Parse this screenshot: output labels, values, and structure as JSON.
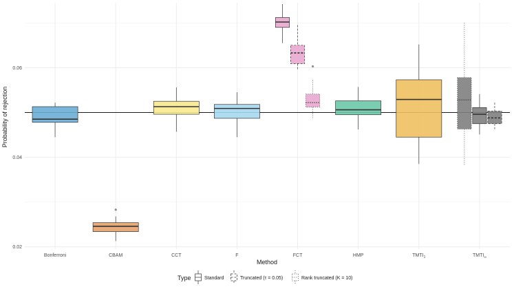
{
  "chart_data": {
    "type": "boxplot",
    "xlabel": "Method",
    "ylabel": "Probability of rejection",
    "ylim": [
      0.0195,
      0.0745
    ],
    "yticks": [
      0.02,
      0.04,
      0.06
    ],
    "ytick_labels": [
      "0.02",
      "0.04",
      "0.06"
    ],
    "reference_line": 0.05,
    "grid": true,
    "categories": [
      "Bonferroni",
      "CBAM",
      "CCT",
      "F",
      "FCT",
      "HMP",
      "TMTI",
      "TMTI"
    ],
    "category_subscripts": [
      "",
      "",
      "",
      "",
      "",
      "",
      "1",
      "∞"
    ],
    "legend": {
      "title": "Type",
      "position": "bottom",
      "entries": [
        {
          "label": "Standard",
          "line": "solid"
        },
        {
          "label": "Truncated (τ = 0.05)",
          "line": "dashed"
        },
        {
          "label": "Rank truncated (K = 10)",
          "line": "dotted"
        }
      ]
    },
    "boxes": [
      {
        "category": 0,
        "type": "Standard",
        "color": "#6baed6",
        "whisker_low": 0.0445,
        "q1": 0.0478,
        "median": 0.0485,
        "q3": 0.0513,
        "whisker_high": 0.0522,
        "outliers": []
      },
      {
        "category": 1,
        "type": "Standard",
        "color": "#e6a36b",
        "whisker_low": 0.0213,
        "q1": 0.0234,
        "median": 0.0246,
        "q3": 0.0254,
        "whisker_high": 0.0268,
        "outliers": [
          0.0283
        ]
      },
      {
        "category": 2,
        "type": "Standard",
        "color": "#f7e98e",
        "whisker_low": 0.0457,
        "q1": 0.0496,
        "median": 0.0513,
        "q3": 0.0525,
        "whisker_high": 0.0556,
        "outliers": []
      },
      {
        "category": 3,
        "type": "Standard",
        "color": "#a6d8f0",
        "whisker_low": 0.0445,
        "q1": 0.0487,
        "median": 0.0509,
        "q3": 0.0518,
        "whisker_high": 0.0545,
        "outliers": []
      },
      {
        "category": 4,
        "type": "Standard",
        "color": "#e8a9cf",
        "whisker_low": 0.0655,
        "q1": 0.069,
        "median": 0.0702,
        "q3": 0.0712,
        "whisker_high": 0.0742,
        "outliers": []
      },
      {
        "category": 4,
        "type": "Truncated",
        "color": "#e8a9cf",
        "whisker_low": 0.0595,
        "q1": 0.0609,
        "median": 0.0633,
        "q3": 0.065,
        "whisker_high": 0.0695,
        "outliers": []
      },
      {
        "category": 4,
        "type": "Rank truncated",
        "color": "#e8a9cf",
        "whisker_low": 0.0488,
        "q1": 0.0512,
        "median": 0.0522,
        "q3": 0.0541,
        "whisker_high": 0.0572,
        "outliers": [
          0.0603
        ]
      },
      {
        "category": 5,
        "type": "Standard",
        "color": "#6cc8a8",
        "whisker_low": 0.0462,
        "q1": 0.0495,
        "median": 0.0506,
        "q3": 0.0526,
        "whisker_high": 0.0557,
        "outliers": []
      },
      {
        "category": 6,
        "type": "Standard",
        "color": "#f0c060",
        "whisker_low": 0.0385,
        "q1": 0.0445,
        "median": 0.0529,
        "q3": 0.0573,
        "whisker_high": 0.0652,
        "outliers": []
      },
      {
        "category": 7,
        "type": "Rank truncated",
        "color": "#808080",
        "whisker_low": 0.0382,
        "q1": 0.0463,
        "median": 0.0528,
        "q3": 0.0578,
        "whisker_high": 0.07,
        "outliers": []
      },
      {
        "category": 7,
        "type": "Standard",
        "color": "#808080",
        "whisker_low": 0.0451,
        "q1": 0.0475,
        "median": 0.0496,
        "q3": 0.0511,
        "whisker_high": 0.0541,
        "outliers": []
      },
      {
        "category": 7,
        "type": "Truncated",
        "color": "#808080",
        "whisker_low": 0.0461,
        "q1": 0.0475,
        "median": 0.0488,
        "q3": 0.0503,
        "whisker_high": 0.0522,
        "outliers": []
      }
    ]
  }
}
